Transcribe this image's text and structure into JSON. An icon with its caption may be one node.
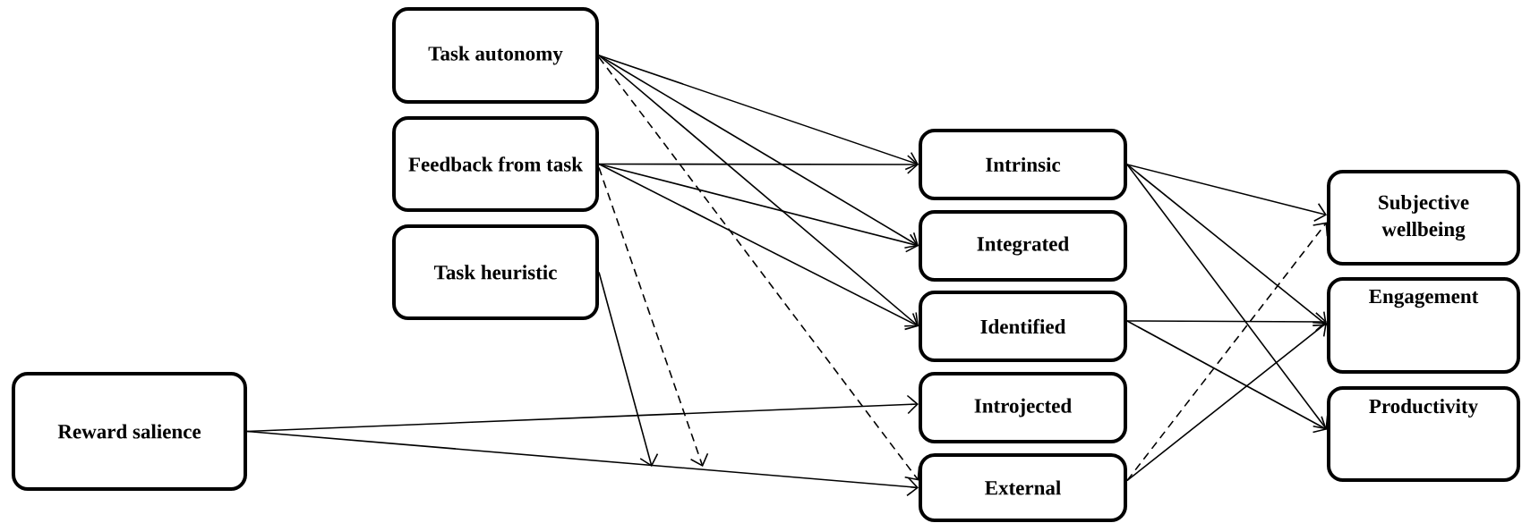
{
  "diagram": {
    "nodes": [
      {
        "text": [
          "Task autonomy"
        ]
      },
      {
        "text": [
          "Feedback from task"
        ]
      },
      {
        "text": [
          "Task heuristic"
        ]
      },
      {
        "text": [
          "Reward salience"
        ]
      },
      {
        "text": [
          "Intrinsic"
        ]
      },
      {
        "text": [
          "Integrated"
        ]
      },
      {
        "text": [
          "Identified"
        ]
      },
      {
        "text": [
          "Introjected"
        ]
      },
      {
        "text": [
          "External"
        ]
      },
      {
        "text": [
          "Subjective wellbeing"
        ]
      },
      {
        "text": [
          "Engagement"
        ]
      },
      {
        "text": [
          "Productivity"
        ]
      }
    ],
    "edges": [
      {
        "from": 0,
        "to": 4,
        "arrow": "to"
      },
      {
        "from": 0,
        "to": 5,
        "arrow": "to"
      },
      {
        "from": 0,
        "to": 6,
        "arrow": "to"
      },
      {
        "from": 0,
        "to": 8,
        "arrow": "to",
        "style": "dashed"
      },
      {
        "from": 1,
        "to": 4,
        "arrow": "to"
      },
      {
        "from": 1,
        "to": 5,
        "arrow": "to"
      },
      {
        "from": 1,
        "to": 6,
        "arrow": "to"
      },
      {
        "from": 1,
        "to": null,
        "arrow": "to",
        "style": "dashed"
      },
      {
        "from": 2,
        "to": null,
        "arrow": "to"
      },
      {
        "from": 3,
        "to": 7,
        "arrow": "to"
      },
      {
        "from": 3,
        "to": 8,
        "arrow": "to"
      },
      {
        "from": 4,
        "to": 9,
        "arrow": "to"
      },
      {
        "from": 4,
        "to": 10,
        "arrow": "to"
      },
      {
        "from": 4,
        "to": 11,
        "arrow": "to"
      },
      {
        "from": 6,
        "to": 10,
        "arrow": "to"
      },
      {
        "from": 6,
        "to": 11,
        "arrow": "to"
      },
      {
        "from": 8,
        "to": 9,
        "arrow": "to",
        "style": "dashed"
      },
      {
        "from": 8,
        "to": 10,
        "arrow": "to"
      }
    ]
  }
}
